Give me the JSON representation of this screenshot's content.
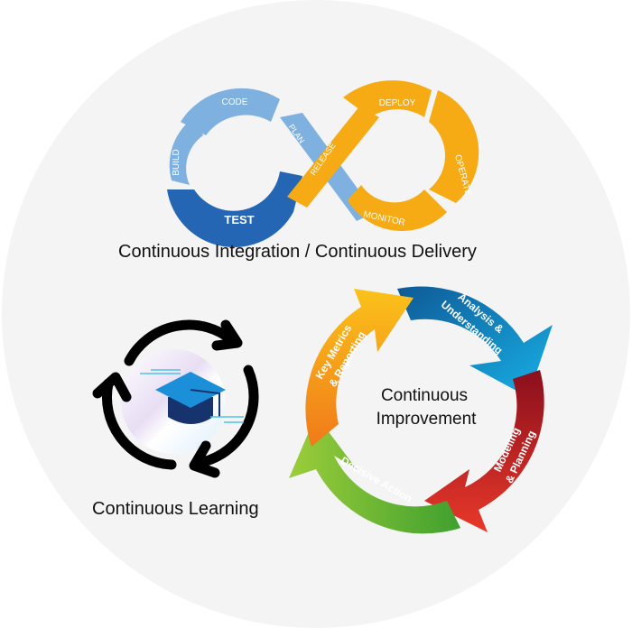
{
  "devops": {
    "stages": [
      "CODE",
      "BUILD",
      "TEST",
      "PLAN",
      "RELEASE",
      "DEPLOY",
      "OPERATE",
      "MONITOR"
    ],
    "caption": "Continuous Integration / Continuous Delivery",
    "colors": {
      "light_blue": "#7eb0e0",
      "dark_blue": "#2466b4",
      "orange": "#f6aa14"
    }
  },
  "learning": {
    "caption": "Continuous Learning",
    "icon": "graduation-cap-icon"
  },
  "improvement": {
    "center_line1": "Continuous",
    "center_line2": "Improvement",
    "segments": [
      {
        "line1": "Analysis &",
        "line2": "Understanding",
        "color": "#1580c8"
      },
      {
        "line1": "Modeling",
        "line2": "& Planning",
        "color": "#c41f22"
      },
      {
        "line1": "Decisive Action",
        "line2": "",
        "color": "#5cb83a"
      },
      {
        "line1": "Key Metrics",
        "line2": "& Reporting",
        "color": "#f49418"
      }
    ]
  }
}
